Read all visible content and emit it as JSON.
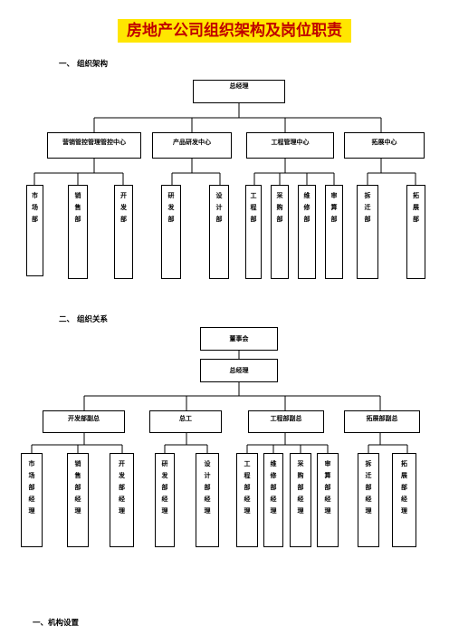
{
  "title": "房地产公司组织架构及岗位职责",
  "section1": "一、 组织架构",
  "section2": "二、 组织关系",
  "section3": "一、机构设置",
  "org1": {
    "top": "总经理",
    "centers": [
      "营销管控管理管控中心",
      "产品研发中心",
      "工程管理中心",
      "拓展中心"
    ],
    "depts": [
      "市场部",
      "销售部",
      "开发部",
      "研发部",
      "设计部",
      "工程部",
      "采购部",
      "维修部",
      "审算部",
      "拆迁部",
      "拓展部"
    ]
  },
  "org2": {
    "board": "董事会",
    "gm": "总经理",
    "deputies": [
      "开发部副总",
      "总工",
      "工程部副总",
      "拓展部副总"
    ],
    "managers": [
      "市场部经理",
      "销售部经理",
      "开发部经理",
      "研发部经理",
      "设计部经理",
      "工程部经理",
      "维修部经理",
      "采购部经理",
      "审算部经理",
      "拆迁部经理",
      "拓展部经理"
    ]
  }
}
